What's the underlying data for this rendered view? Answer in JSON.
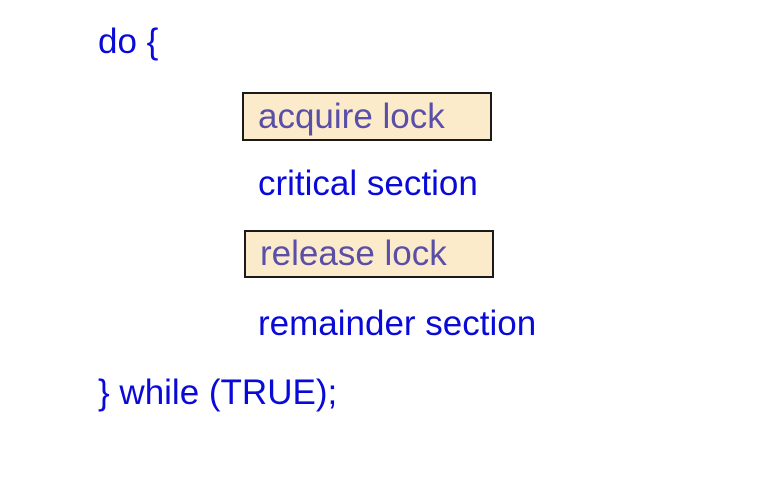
{
  "code": {
    "do_line": "do {",
    "acquire": "acquire lock",
    "critical": "critical section",
    "release": "release lock",
    "remainder": "remainder section",
    "while_line": "} while (TRUE);"
  },
  "colors": {
    "code_text": "#0a0ad8",
    "highlight_text": "#5a4fa8",
    "highlight_fill": "#fcebcb",
    "highlight_border": "#1a1a1a"
  }
}
